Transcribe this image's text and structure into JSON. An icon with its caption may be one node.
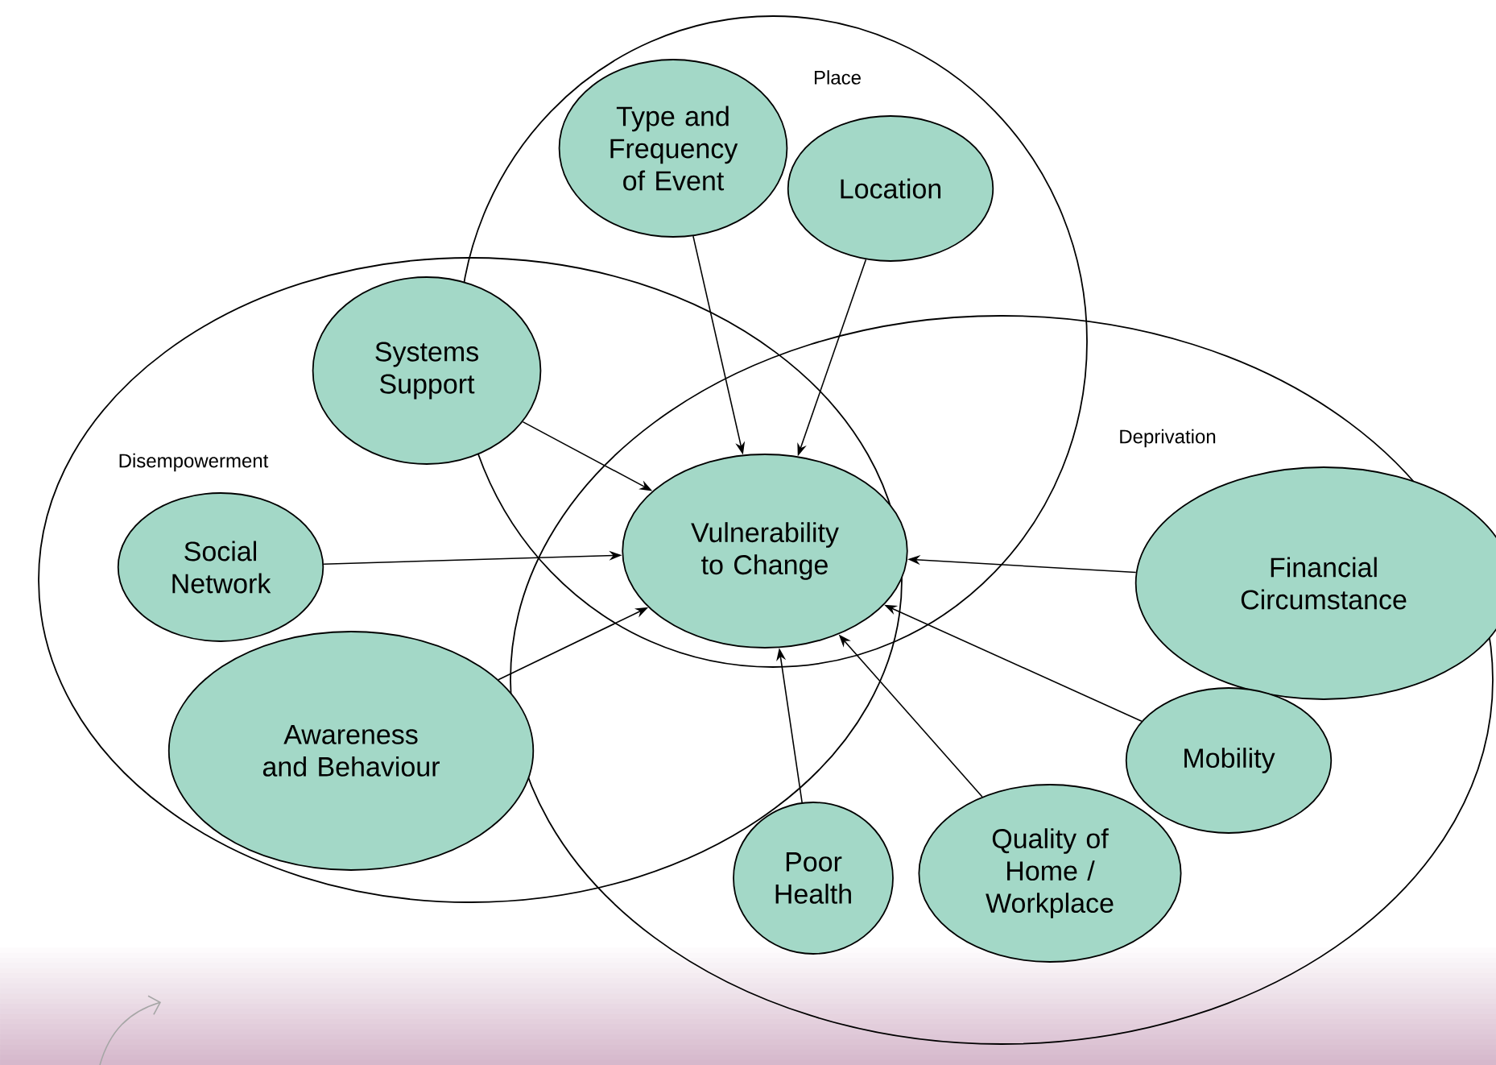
{
  "diagram": {
    "nodes": [
      {
        "text": [
          "Place"
        ]
      },
      {
        "text": [
          "Type and Frequency of Event"
        ],
        "in": 0
      },
      {
        "text": [
          "Location"
        ],
        "in": 0
      },
      {
        "text": [
          "Disempowerment"
        ]
      },
      {
        "text": [
          "Systems Support"
        ],
        "in": 3
      },
      {
        "text": [
          "Social Network"
        ],
        "in": 3
      },
      {
        "text": [
          "Awareness and Behaviour"
        ],
        "in": 3
      },
      {
        "text": [
          "Deprivation"
        ]
      },
      {
        "text": [
          "Vulnerability to Change"
        ]
      },
      {
        "text": [
          "Financial Circumstance"
        ],
        "in": 7
      },
      {
        "text": [
          "Mobility"
        ],
        "in": 7
      },
      {
        "text": [
          "Quality of Home / Workplace"
        ],
        "in": 7
      },
      {
        "text": [
          "Poor Health"
        ],
        "in": 7
      }
    ],
    "edges": [
      {
        "from": 1,
        "to": 8,
        "arrow": "to"
      },
      {
        "from": 2,
        "to": 8,
        "arrow": "to"
      },
      {
        "from": 4,
        "to": 8,
        "arrow": "to"
      },
      {
        "from": 5,
        "to": 8,
        "arrow": "to"
      },
      {
        "from": 6,
        "to": 8,
        "arrow": "to"
      },
      {
        "from": 9,
        "to": 8,
        "arrow": "to"
      },
      {
        "from": 10,
        "to": 8,
        "arrow": "to"
      },
      {
        "from": 11,
        "to": 8,
        "arrow": "to"
      },
      {
        "from": 12,
        "to": 8,
        "arrow": "to"
      }
    ]
  }
}
